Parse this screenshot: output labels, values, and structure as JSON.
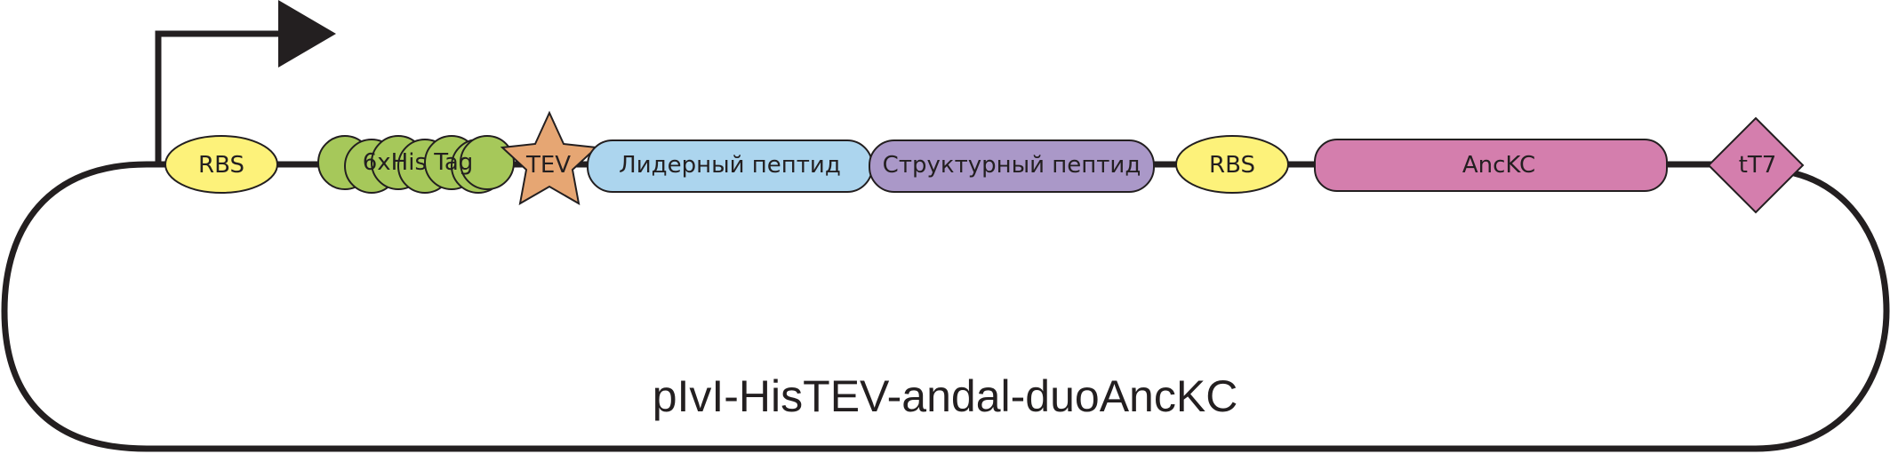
{
  "plasmid": {
    "title": "pIvI-HisTEV-andal-duoAncKC"
  },
  "elements": {
    "rbs1": {
      "label": "RBS",
      "color": "#fdf27a"
    },
    "his_tag": {
      "label": "6xHis Tag",
      "color": "#a6c85a"
    },
    "tev": {
      "label": "TEV",
      "color": "#e6a673"
    },
    "leader": {
      "label": "Лидерный пептид",
      "color": "#acd5ee"
    },
    "structural": {
      "label": "Структурный пептид",
      "color": "#aa98c8"
    },
    "rbs2": {
      "label": "RBS",
      "color": "#fdf27a"
    },
    "anckc": {
      "label": "AncKC",
      "color": "#d47ead"
    },
    "terminator": {
      "label": "tT7",
      "color": "#d47ead"
    }
  },
  "promoter": {
    "icon": "promoter-arrow-icon",
    "color": "#231f20"
  },
  "line_color": "#231f20"
}
